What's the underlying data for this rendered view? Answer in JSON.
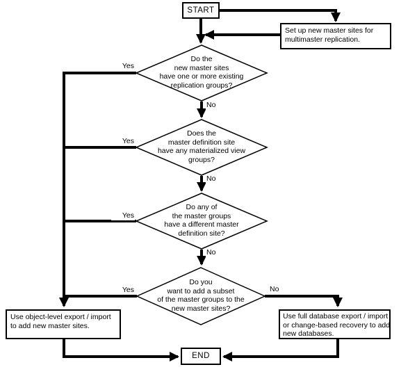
{
  "diagram": {
    "background_color": "#ffffff",
    "line_color": "#000000",
    "start": {
      "label": "START"
    },
    "setup_step": {
      "lines": [
        "Set up new master sites for",
        "multimaster replication."
      ]
    },
    "decisions": [
      {
        "lines": [
          "Do the",
          "new master sites",
          "have one or more existing",
          "replication groups?"
        ],
        "yes_label": "Yes",
        "no_label": "No"
      },
      {
        "lines": [
          "Does the",
          "master definition site",
          "have any materialized view",
          "groups?"
        ],
        "yes_label": "Yes",
        "no_label": "No"
      },
      {
        "lines": [
          "Do any of",
          "the master groups",
          "have a different master",
          "definition site?"
        ],
        "yes_label": "Yes",
        "no_label": "No"
      },
      {
        "lines": [
          "Do you",
          "want to add a subset",
          "of the master groups to the",
          "new master sites?"
        ],
        "yes_label": "Yes",
        "no_label": "No"
      }
    ],
    "outcomes": {
      "yes_path": {
        "lines": [
          "Use object-level export / import",
          "to add new master sites."
        ]
      },
      "no_path": {
        "lines": [
          "Use full database export / import",
          "or change-based recovery to add",
          "new databases."
        ]
      }
    },
    "end": {
      "label": "END"
    }
  }
}
